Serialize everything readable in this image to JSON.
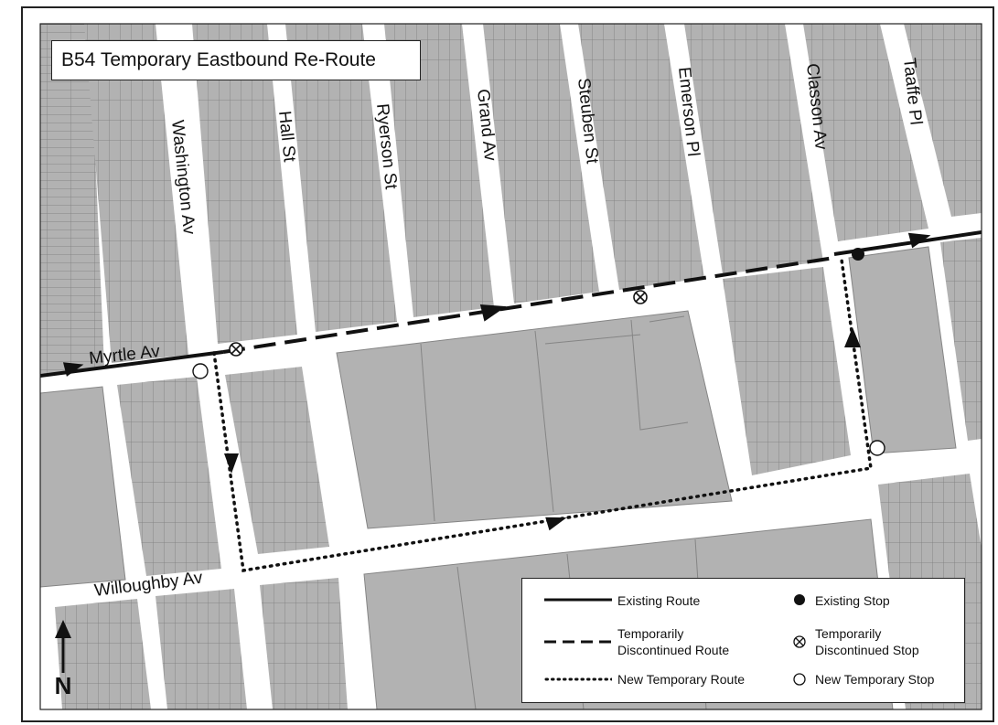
{
  "title": "B54 Temporary Eastbound Re-Route",
  "streets": {
    "myrtle": "Myrtle Av",
    "willoughby": "Willoughby Av",
    "washington": "Washington Av",
    "hall": "Hall St",
    "ryerson": "Ryerson St",
    "grand": "Grand Av",
    "steuben": "Steuben St",
    "emerson": "Emerson Pl",
    "classon": "Classon Av",
    "taaffe": "Taaffe Pl"
  },
  "legend": {
    "existing_route": "Existing Route",
    "existing_stop": "Existing Stop",
    "discontinued_route_line1": "Temporarily",
    "discontinued_route_line2": "Discontinued Route",
    "discontinued_stop_line1": "Temporarily",
    "discontinued_stop_line2": "Discontinued Stop",
    "new_route": "New Temporary Route",
    "new_stop": "New Temporary Stop"
  },
  "north_label": "N",
  "colors": {
    "block": "#b2b2b2",
    "street": "#ffffff",
    "lot_line": "#7e7e7e",
    "route": "#111111"
  }
}
